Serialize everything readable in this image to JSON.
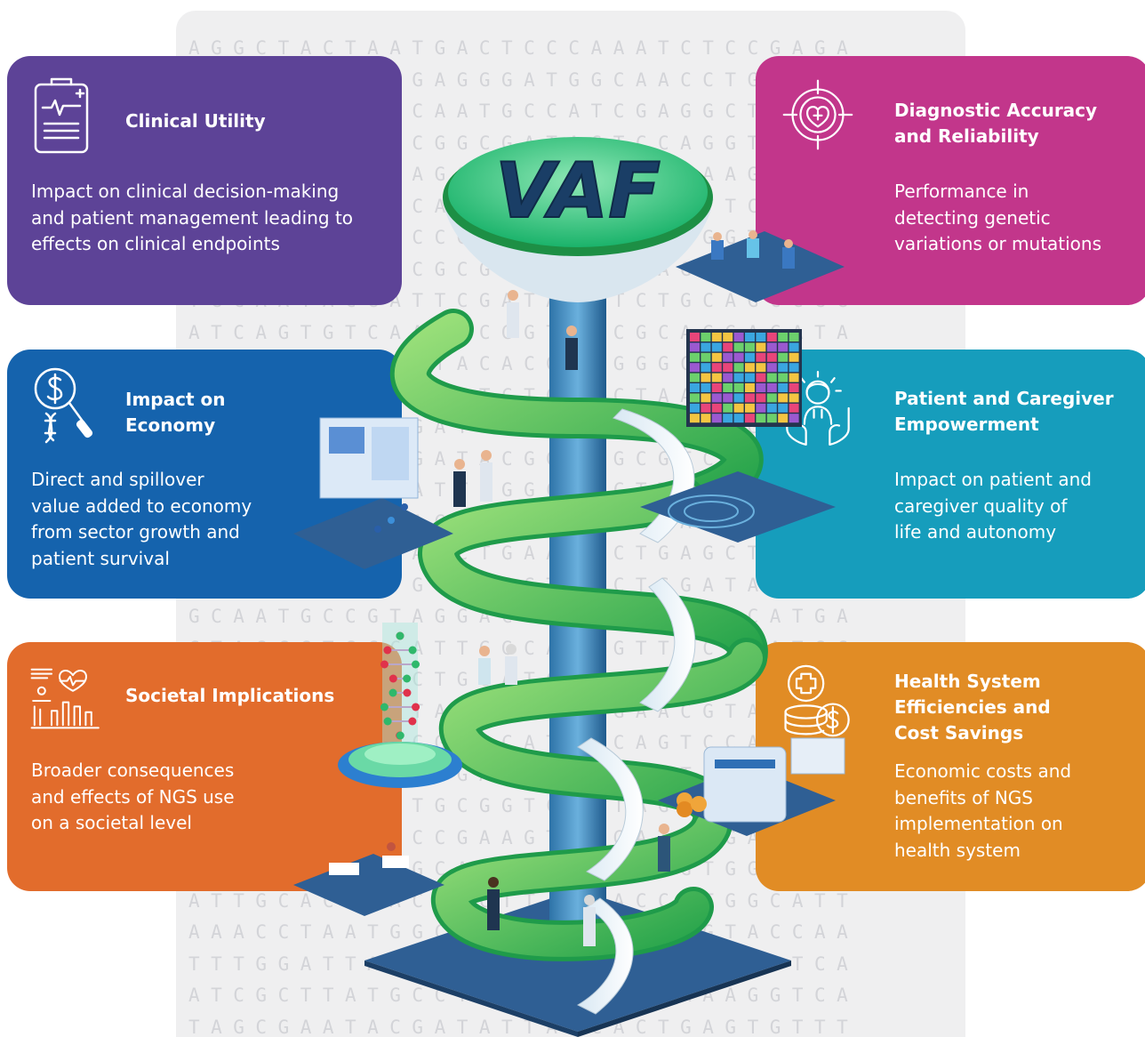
{
  "background_letters": [
    "AGGCTACTAATGACTCCCAAATCTCCGAGA",
    "GTTGCTATAGGAGGGATGGCAACCTGTCTA",
    "TCGAACCGTTCAATGCCATCGAGGCTATGC",
    "GACGATCGGCCGGCGATAGTCCAGGTAACG",
    "CGGATGCTCTAGGTCATGACCTTAAGCCGA",
    "AGATGGAGGCCATTAGTCCGGAATTCCATT",
    "GTTGGAGAGTCCGTATGGCAACTGGTCGGT",
    "CAACCTCTGACGCGACCGTTCAGCAGGGAA",
    "TGCAATACGATTCGATAGATCTGCAGCCGG",
    "ATCAGTGTCAAGTCGGTATCGCAGGACATA",
    "CCGTATCATGTTACACGAAGGGCCGTCAGG",
    "TGGTGACGTACCGTCTGGCCTAAGGCTTAC",
    "AGTCAGATCGGATTTCGGCACTATCGAAGC",
    "GCTAGGCCGTGATACGGATGCGTCATACCG",
    "ATCGGATACGATTCGGCAGCTTAGGCTAAC",
    "CGTATGGCTTAGCAAGCCCGGTACGGATCA",
    "TCCGCGCCCGAACTGAACACTGAGCTATGA",
    "AGGCGCGTATGCATGGTGACTCGATAGCTT",
    "GCAATGCCGTAGGACGTTAGCATGCCATGA",
    "CTAGCGTGCCATTGGCACAGTTACCAATGC",
    "AATCGGTAGACTGGATCATCTGATCGGACT",
    "GTCAGTACGATAGCTAGTCGAACGTACGGT",
    "CGATTCAGGCCGGCCATTGCAGTCCAGATC",
    "TTACGGCATCCGGAGTCAAGCTTAGCCATG",
    "GCGTACCTGATGCGGTCCATAGGCATGTAC",
    "ATCCGTAGGTCCGAAGTTCGATCGGACTAA",
    "CAACGTAACTGCATCCGATGTGGTGGTACCG",
    "ATTGCACGTACGGCTTAGCACCATGGCATT",
    "AAACCTAATGGCTAAGCGGTTACGTACCAA",
    "TTTGGATTAGCGCATTGCCAATGCAGTTCA",
    "ATCGCTTATGCCTAAGCTCACAAAAGGTCA",
    "TAGCGAATACGATATTAGCACTGAGTGTTT"
  ],
  "logo_text": "VAF",
  "cards": {
    "clinical": {
      "title": "Clinical Utility",
      "description": "Impact on clinical decision-making\nand patient management leading to\neffects on clinical endpoints",
      "color": "#5d4397",
      "icon": "clipboard-heartbeat-icon"
    },
    "economy": {
      "title_line1": "Impact on",
      "title_line2": "Economy",
      "description": "Direct and spillover\nvalue added to economy\nfrom sector growth and\npatient survival",
      "color": "#1563ad",
      "icon": "dollar-magnifier-dna-icon"
    },
    "societal": {
      "title": "Societal Implications",
      "description": "Broader consequences\nand effects of NGS use\non a societal level",
      "color": "#e26c2c",
      "icon": "society-chart-heart-icon"
    },
    "diagnostic": {
      "title_line1": "Diagnostic Accuracy",
      "title_line2": "and Reliability",
      "description": "Performance in\ndetecting genetic\nvariations or mutations",
      "color": "#c2368b",
      "icon": "target-heart-icon"
    },
    "patient": {
      "title_line1": "Patient and Caregiver",
      "title_line2": "Empowerment",
      "description": "Impact on patient and\ncaregiver quality of\nlife and autonomy",
      "color": "#169dbc",
      "icon": "person-hands-icon"
    },
    "health": {
      "title_line1": "Health System",
      "title_line2": "Efficiencies and",
      "title_line3": "Cost Savings",
      "description": "Economic costs and\nbenefits of NGS\nimplementation on\nhealth system",
      "color": "#e18c25",
      "icon": "medical-coins-dollar-icon"
    }
  }
}
